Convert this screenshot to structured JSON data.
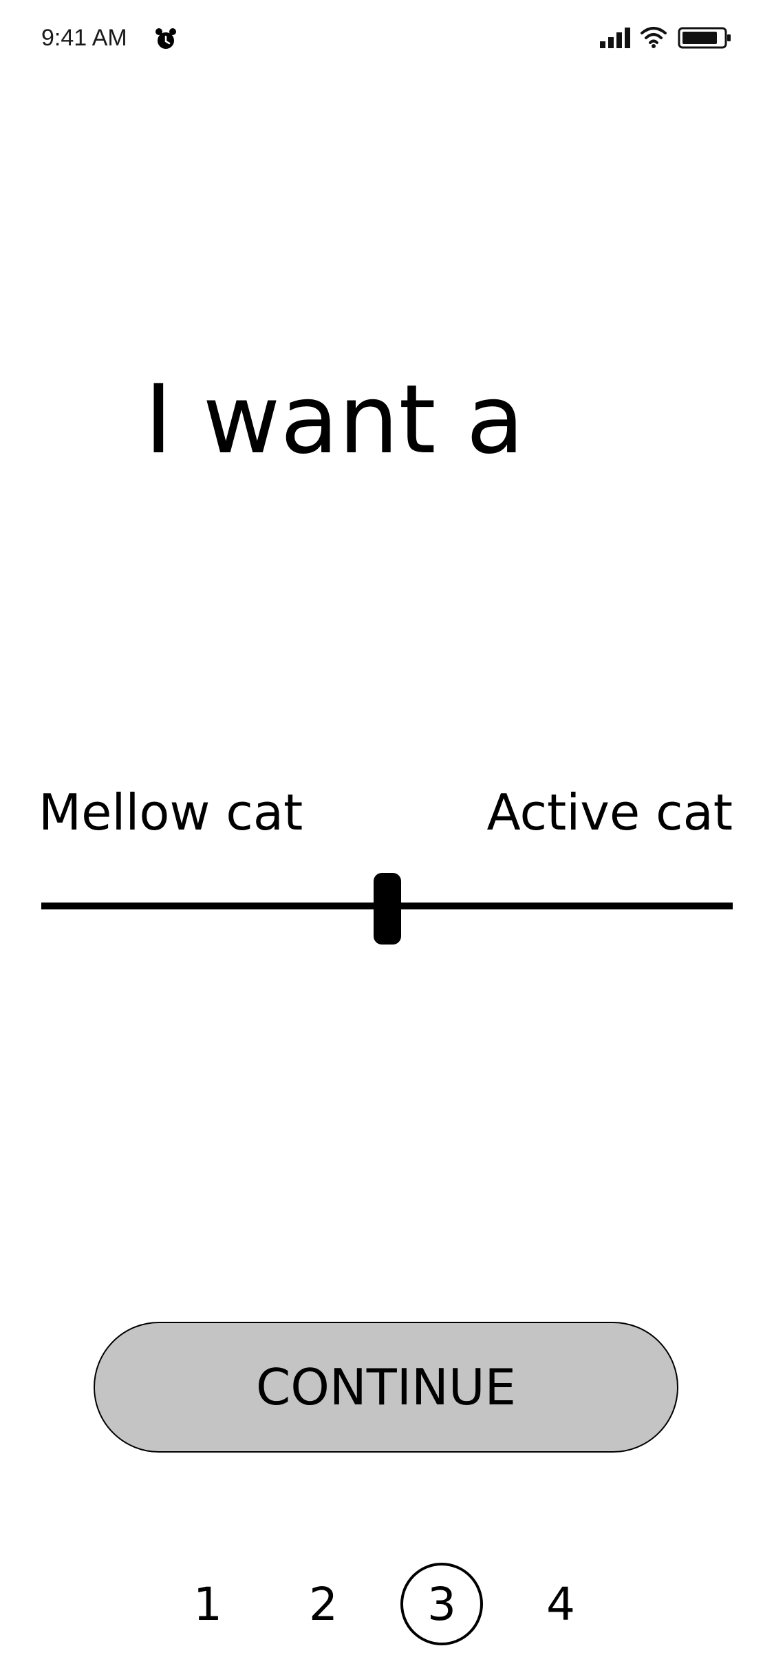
{
  "status_bar": {
    "time": "9:41 AM",
    "icons": [
      "alarm-icon",
      "signal-icon",
      "wifi-icon",
      "battery-icon"
    ]
  },
  "title": "I want a",
  "slider": {
    "left_label": "Mellow cat",
    "right_label": "Active cat",
    "value": 0.5
  },
  "continue_button": {
    "label": "CONTINUE",
    "background": "#c4c4c4"
  },
  "pager": {
    "pages": [
      "1",
      "2",
      "3",
      "4"
    ],
    "current": "3"
  }
}
